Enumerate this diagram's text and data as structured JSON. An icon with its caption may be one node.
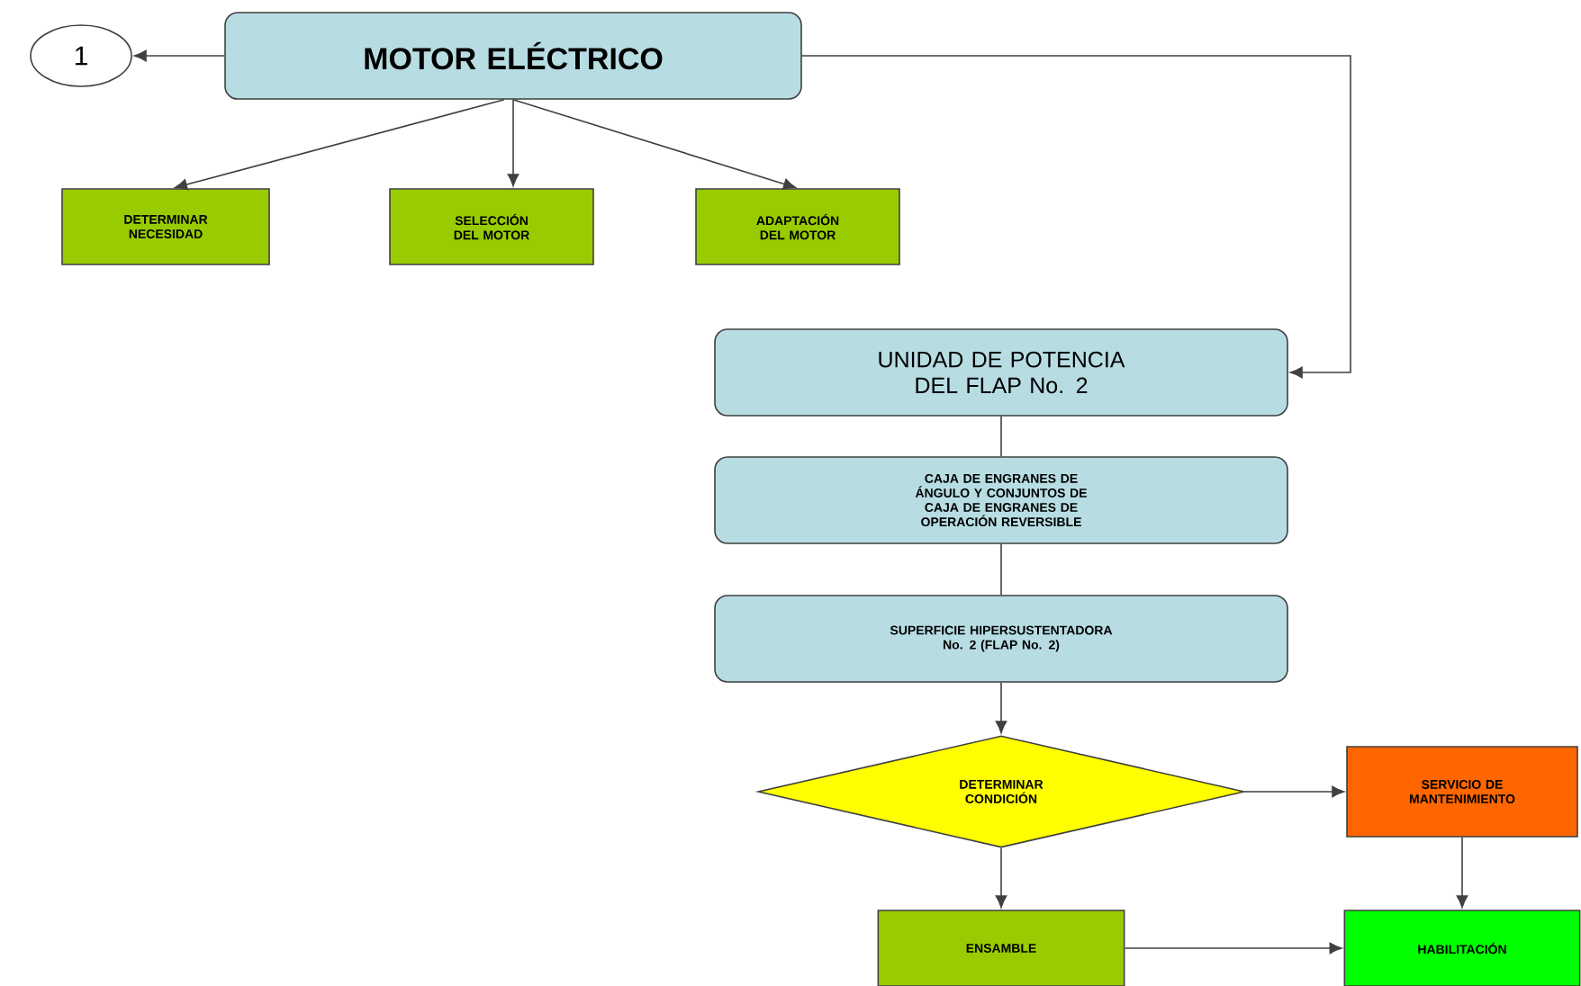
{
  "diagram": {
    "nodes": [
      {
        "text": [
          "1"
        ]
      },
      {
        "text": [
          "MOTOR ELÉCTRICO"
        ]
      },
      {
        "text": [
          "DETERMINAR NECESIDAD"
        ]
      },
      {
        "text": [
          "SELECCIÓN DEL MOTOR"
        ]
      },
      {
        "text": [
          "ADAPTACIÓN DEL MOTOR"
        ]
      },
      {
        "text": [
          "UNIDAD DE POTENCIA DEL FLAP No. 2"
        ]
      },
      {
        "text": [
          "CAJA DE ENGRANES DE ÁNGULO Y CONJUNTOS DE CAJA DE ENGRANES DE OPERACIÓN REVERSIBLE"
        ]
      },
      {
        "text": [
          "SUPERFICIE HIPERSUSTENTADORA No. 2 (FLAP No. 2)"
        ]
      },
      {
        "text": [
          "DETERMINAR CONDICIÓN"
        ]
      },
      {
        "text": [
          "SERVICIO DE MANTENIMIENTO"
        ]
      },
      {
        "text": [
          "ENSAMBLE"
        ]
      },
      {
        "text": [
          "HABILITACIÓN"
        ]
      }
    ],
    "edges": [
      {
        "from": 1,
        "to": 0,
        "arrow": "to"
      },
      {
        "from": 1,
        "to": 2,
        "arrow": "to"
      },
      {
        "from": 1,
        "to": 3,
        "arrow": "to"
      },
      {
        "from": 1,
        "to": 4,
        "arrow": "to"
      },
      {
        "from": 1,
        "to": 5,
        "arrow": "to"
      },
      {
        "from": 5,
        "to": 6,
        "arrow": "none"
      },
      {
        "from": 6,
        "to": 7,
        "arrow": "none"
      },
      {
        "from": 7,
        "to": 8,
        "arrow": "to"
      },
      {
        "from": 8,
        "to": 9,
        "arrow": "to"
      },
      {
        "from": 8,
        "to": 10,
        "arrow": "to"
      },
      {
        "from": 9,
        "to": 11,
        "arrow": "to"
      },
      {
        "from": 10,
        "to": 11,
        "arrow": "to"
      }
    ]
  }
}
